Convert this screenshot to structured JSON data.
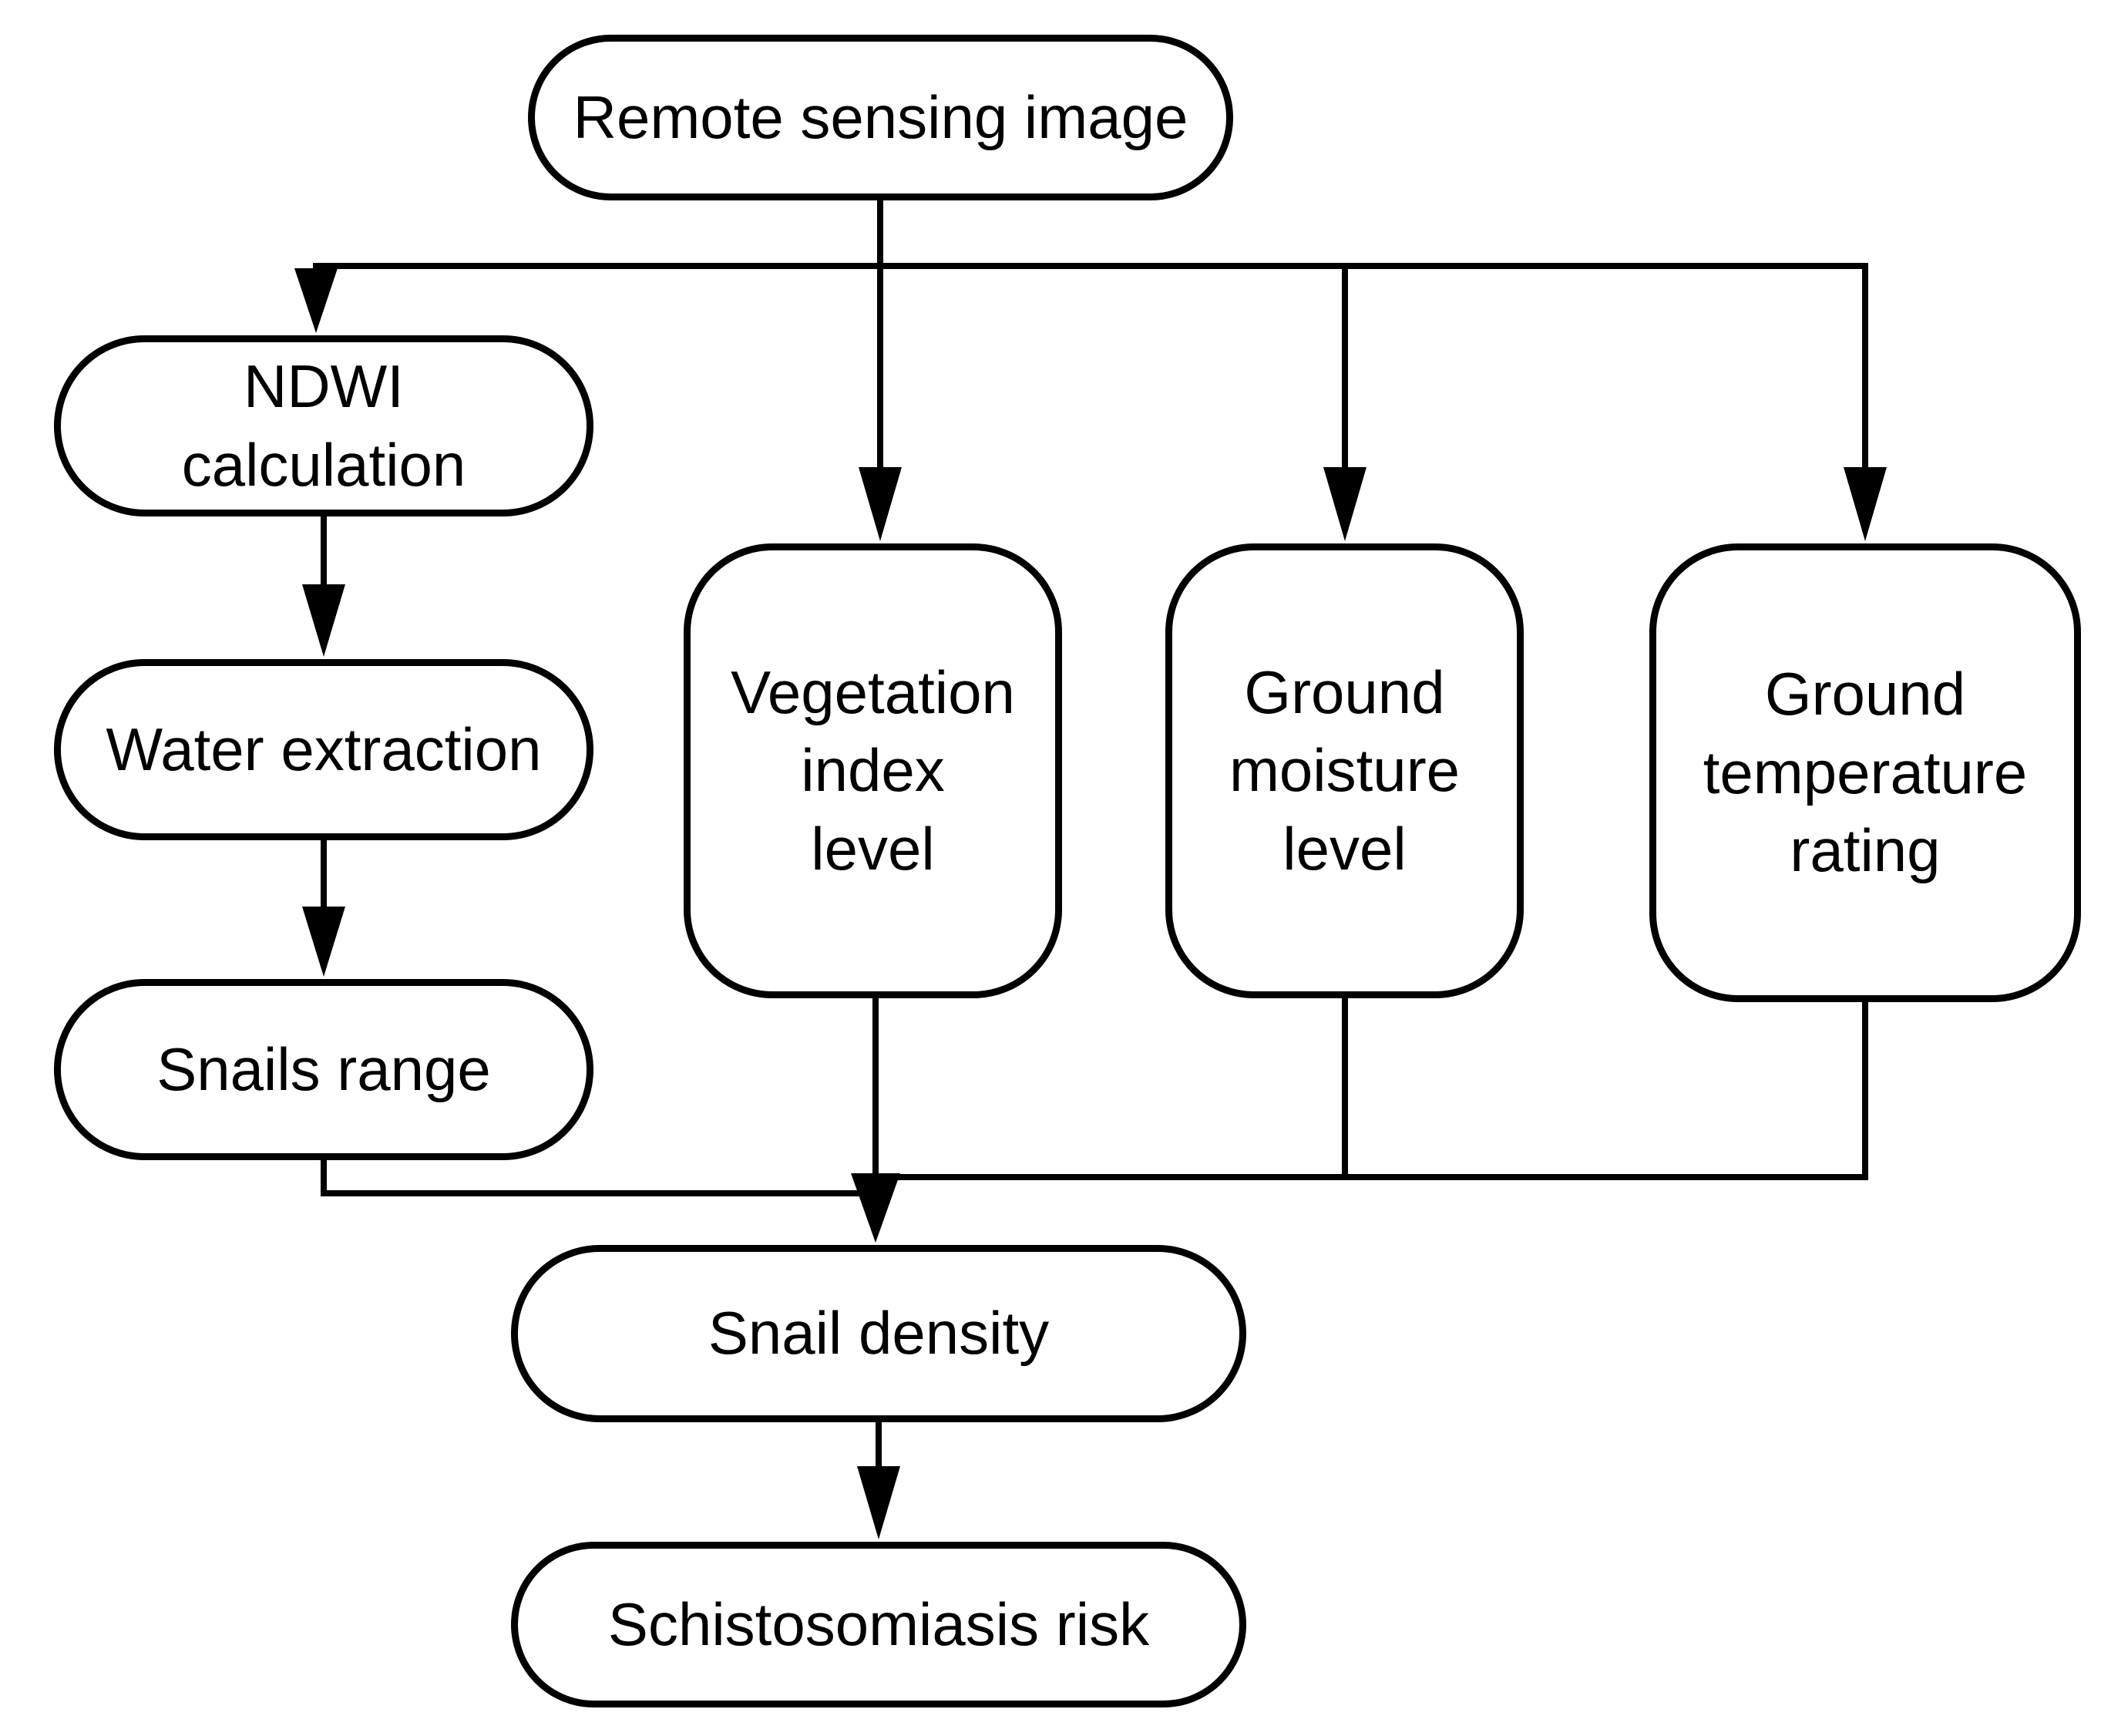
{
  "diagram": {
    "type": "flowchart",
    "background_color": "#ffffff",
    "stroke_color": "#000000",
    "text_color": "#000000",
    "nodes": {
      "remote_sensing": {
        "label": "Remote sensing image",
        "shape": "stadium"
      },
      "ndwi": {
        "label": "NDWI\ncalculation",
        "shape": "stadium"
      },
      "water": {
        "label": "Water extraction",
        "shape": "stadium"
      },
      "snails_range": {
        "label": "Snails range",
        "shape": "stadium"
      },
      "vegetation": {
        "label": "Vegetation\nindex\nlevel",
        "shape": "rounded-square"
      },
      "moisture": {
        "label": "Ground\nmoisture\nlevel",
        "shape": "rounded-square"
      },
      "temperature": {
        "label": "Ground\ntemperature\nrating",
        "shape": "rounded-square"
      },
      "snail_density": {
        "label": "Snail density",
        "shape": "stadium"
      },
      "risk": {
        "label": "Schistosomiasis risk",
        "shape": "stadium"
      }
    },
    "edges": [
      {
        "from": "remote_sensing",
        "to": "ndwi"
      },
      {
        "from": "remote_sensing",
        "to": "vegetation"
      },
      {
        "from": "remote_sensing",
        "to": "moisture"
      },
      {
        "from": "remote_sensing",
        "to": "temperature"
      },
      {
        "from": "ndwi",
        "to": "water"
      },
      {
        "from": "water",
        "to": "snails_range"
      },
      {
        "from": "snails_range",
        "to": "snail_density"
      },
      {
        "from": "vegetation",
        "to": "snail_density"
      },
      {
        "from": "moisture",
        "to": "snail_density"
      },
      {
        "from": "temperature",
        "to": "snail_density"
      },
      {
        "from": "snail_density",
        "to": "risk"
      }
    ]
  }
}
